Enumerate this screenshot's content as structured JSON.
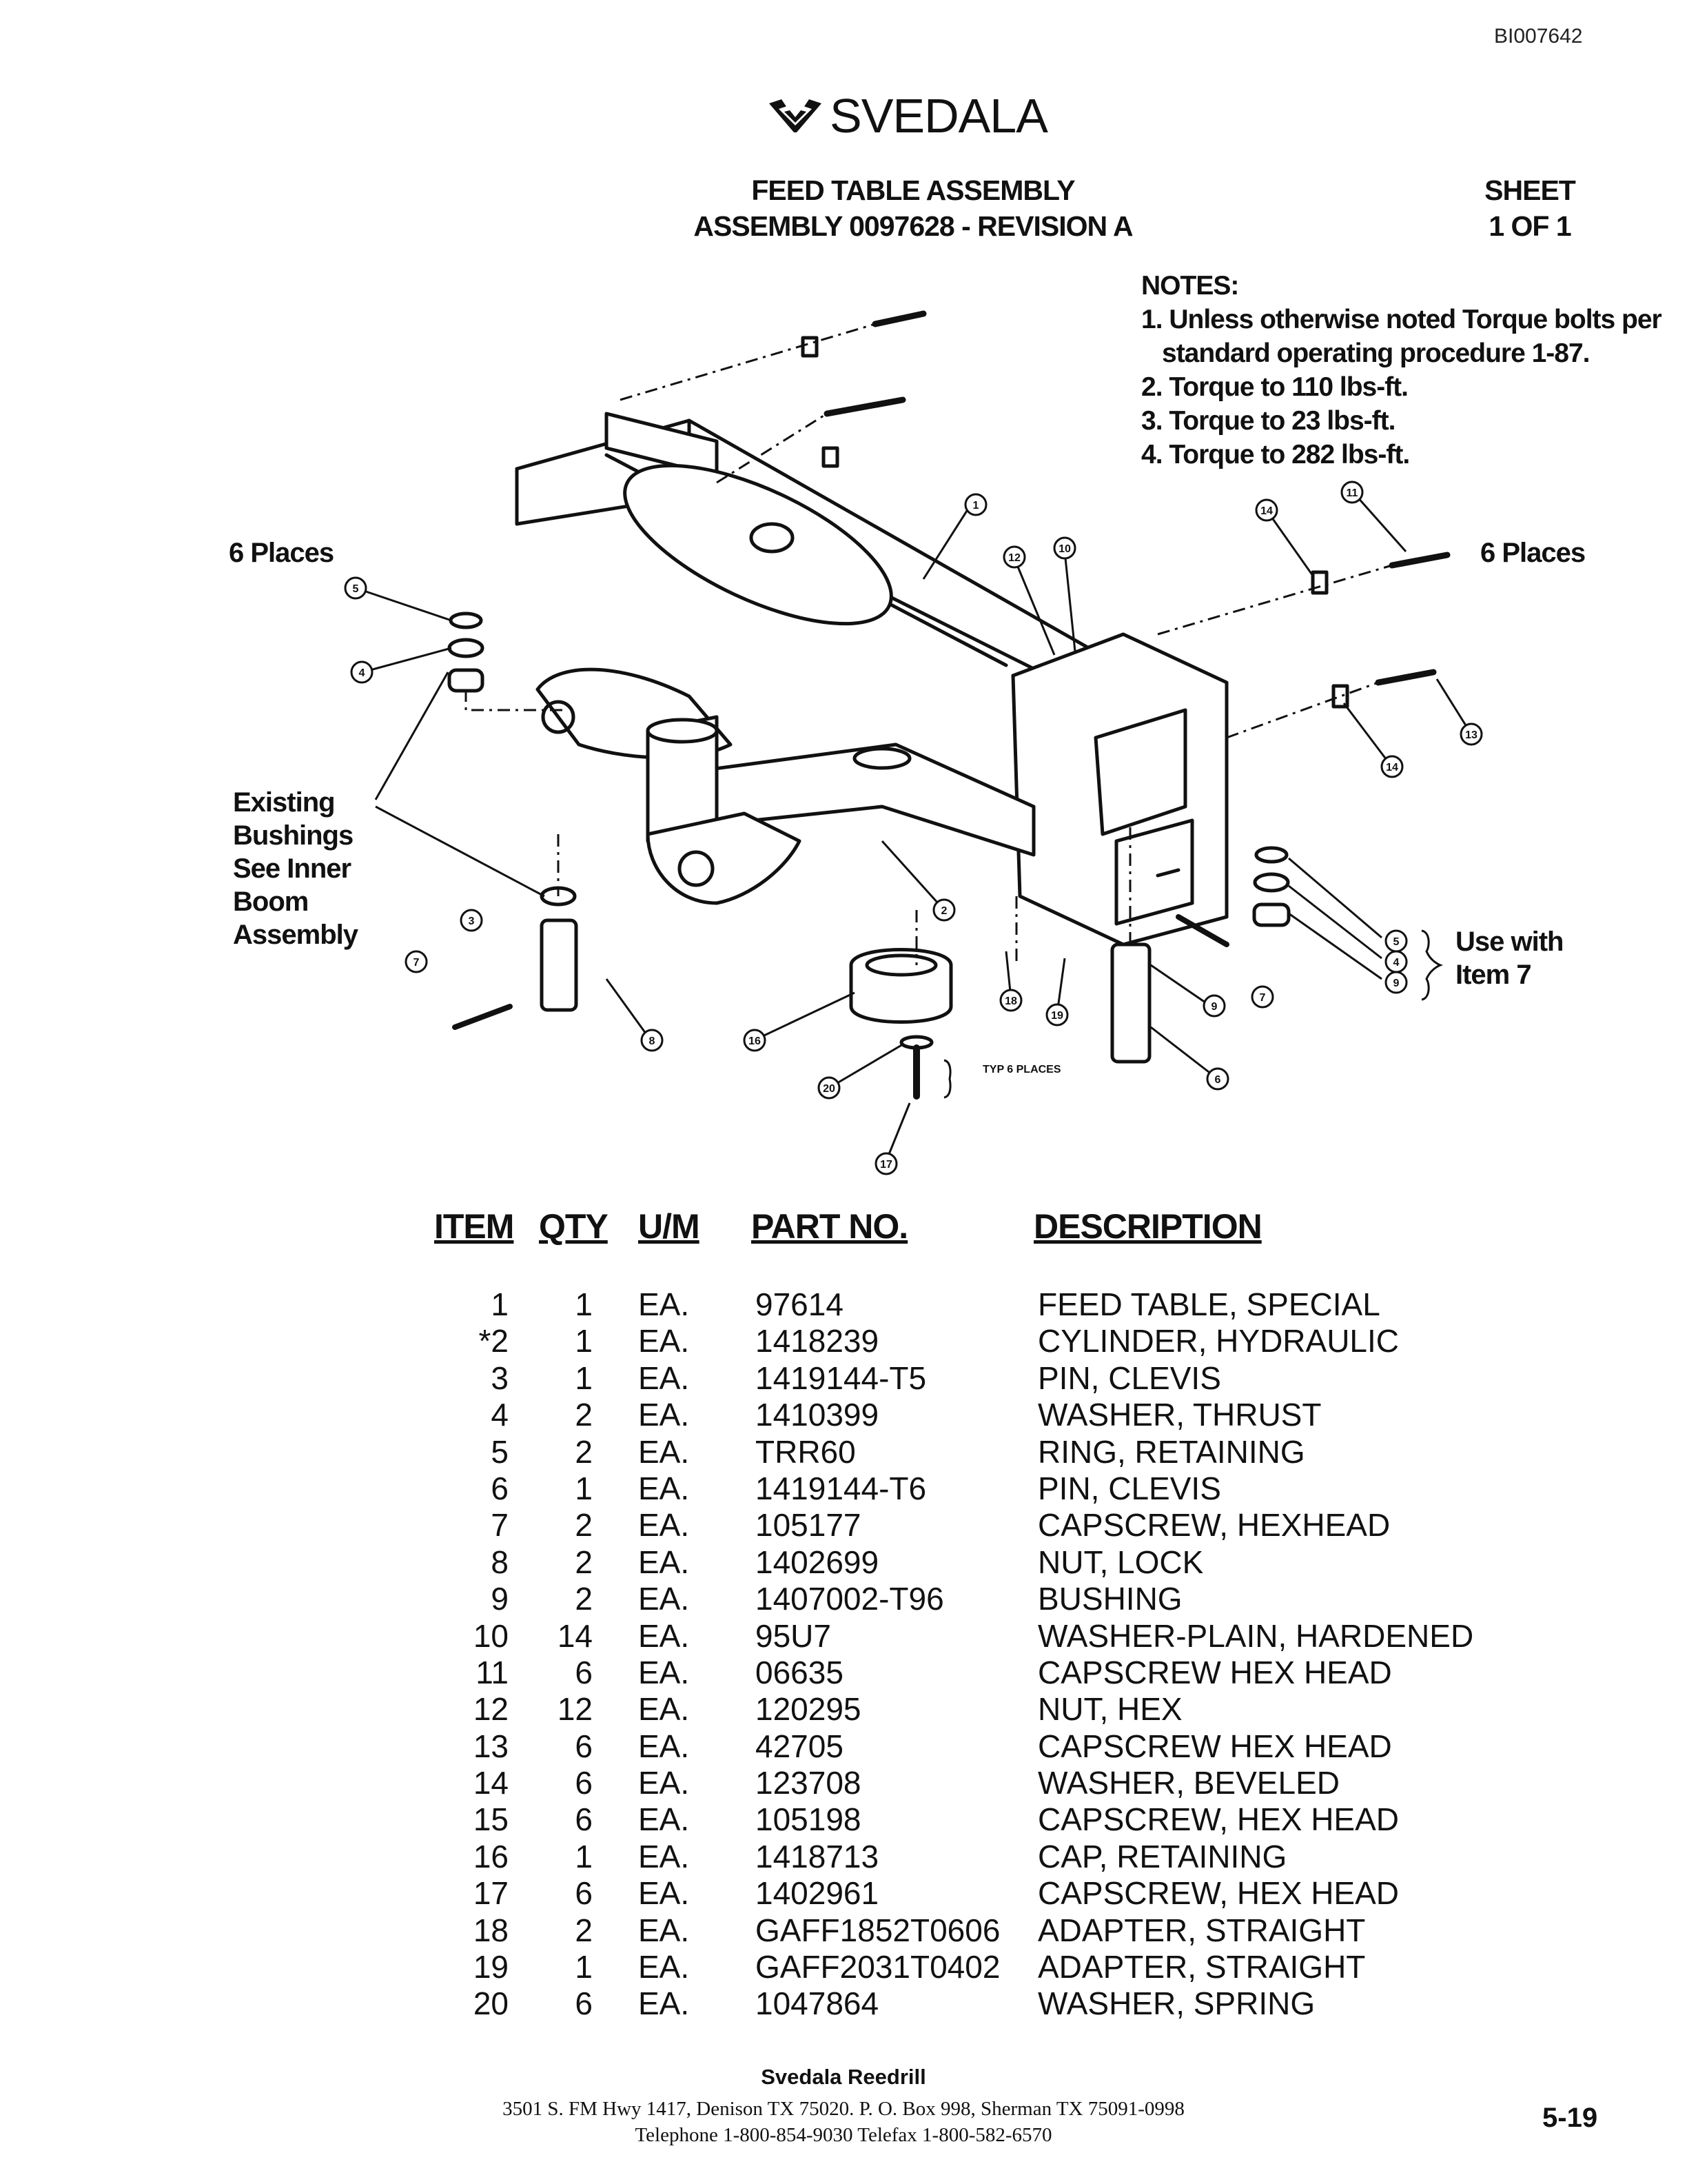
{
  "doc_id": "BI007642",
  "brand": "SVEDALA",
  "title_line1": "FEED TABLE ASSEMBLY",
  "title_line2": "ASSEMBLY 0097628 - REVISION A",
  "sheet_line1": "SHEET",
  "sheet_line2": "1 OF 1",
  "notes": {
    "heading": "NOTES:",
    "line1": "1. Unless otherwise noted Torque bolts per",
    "line1b": "standard operating procedure 1-87.",
    "line2": "2. Torque to 110 lbs-ft.",
    "line3": "3. Torque to 23 lbs-ft.",
    "line4": "4. Torque to 282 lbs-ft."
  },
  "labels": {
    "six_places_left": "6 Places",
    "six_places_right": "6 Places",
    "existing": "Existing",
    "bushings": "Bushings",
    "see_inner": "See Inner",
    "boom": "Boom",
    "assembly": "Assembly",
    "use_with": "Use with",
    "item7": "Item 7",
    "typ6": "TYP 6 PLACES"
  },
  "callouts": [
    "1",
    "2",
    "3",
    "4",
    "5",
    "6",
    "7",
    "8",
    "9",
    "10",
    "11",
    "12",
    "13",
    "14",
    "14",
    "16",
    "17",
    "18",
    "19",
    "20",
    "5",
    "4",
    "9",
    "7"
  ],
  "table": {
    "headers": [
      "ITEM",
      "QTY",
      "U/M",
      "PART NO.",
      "DESCRIPTION"
    ],
    "rows": [
      {
        "item": "1",
        "qty": "1",
        "um": "EA.",
        "part": "97614",
        "desc": "FEED TABLE, SPECIAL"
      },
      {
        "item": "*2",
        "qty": "1",
        "um": "EA.",
        "part": "1418239",
        "desc": "CYLINDER, HYDRAULIC"
      },
      {
        "item": "3",
        "qty": "1",
        "um": "EA.",
        "part": "1419144-T5",
        "desc": "PIN, CLEVIS"
      },
      {
        "item": "4",
        "qty": "2",
        "um": "EA.",
        "part": "1410399",
        "desc": "WASHER, THRUST"
      },
      {
        "item": "5",
        "qty": "2",
        "um": "EA.",
        "part": "TRR60",
        "desc": "RING, RETAINING"
      },
      {
        "item": "6",
        "qty": "1",
        "um": "EA.",
        "part": "1419144-T6",
        "desc": "PIN, CLEVIS"
      },
      {
        "item": "7",
        "qty": "2",
        "um": "EA.",
        "part": "105177",
        "desc": "CAPSCREW, HEXHEAD"
      },
      {
        "item": "8",
        "qty": "2",
        "um": "EA.",
        "part": "1402699",
        "desc": "NUT, LOCK"
      },
      {
        "item": "9",
        "qty": "2",
        "um": "EA.",
        "part": "1407002-T96",
        "desc": "BUSHING"
      },
      {
        "item": "10",
        "qty": "14",
        "um": "EA.",
        "part": "95U7",
        "desc": "WASHER-PLAIN, HARDENED"
      },
      {
        "item": "11",
        "qty": "6",
        "um": "EA.",
        "part": "06635",
        "desc": "CAPSCREW HEX HEAD"
      },
      {
        "item": "12",
        "qty": "12",
        "um": "EA.",
        "part": "120295",
        "desc": "NUT, HEX"
      },
      {
        "item": "13",
        "qty": "6",
        "um": "EA.",
        "part": "42705",
        "desc": "CAPSCREW HEX HEAD"
      },
      {
        "item": "14",
        "qty": "6",
        "um": "EA.",
        "part": "123708",
        "desc": "WASHER, BEVELED"
      },
      {
        "item": "15",
        "qty": "6",
        "um": "EA.",
        "part": "105198",
        "desc": "CAPSCREW, HEX HEAD"
      },
      {
        "item": "16",
        "qty": "1",
        "um": "EA.",
        "part": "1418713",
        "desc": "CAP, RETAINING"
      },
      {
        "item": "17",
        "qty": "6",
        "um": "EA.",
        "part": "1402961",
        "desc": "CAPSCREW, HEX HEAD"
      },
      {
        "item": "18",
        "qty": "2",
        "um": "EA.",
        "part": "GAFF1852T0606",
        "desc": "ADAPTER, STRAIGHT"
      },
      {
        "item": "19",
        "qty": "1",
        "um": "EA.",
        "part": "GAFF2031T0402",
        "desc": "ADAPTER, STRAIGHT"
      },
      {
        "item": "20",
        "qty": "6",
        "um": "EA.",
        "part": "1047864",
        "desc": "WASHER, SPRING"
      }
    ]
  },
  "footer": {
    "company": "Svedala Reedrill",
    "address": "3501 S. FM Hwy 1417, Denison TX 75020.   P. O. Box 998, Sherman TX 75091-0998",
    "phone": "Telephone 1-800-854-9030 Telefax 1-800-582-6570",
    "page": "5-19"
  }
}
